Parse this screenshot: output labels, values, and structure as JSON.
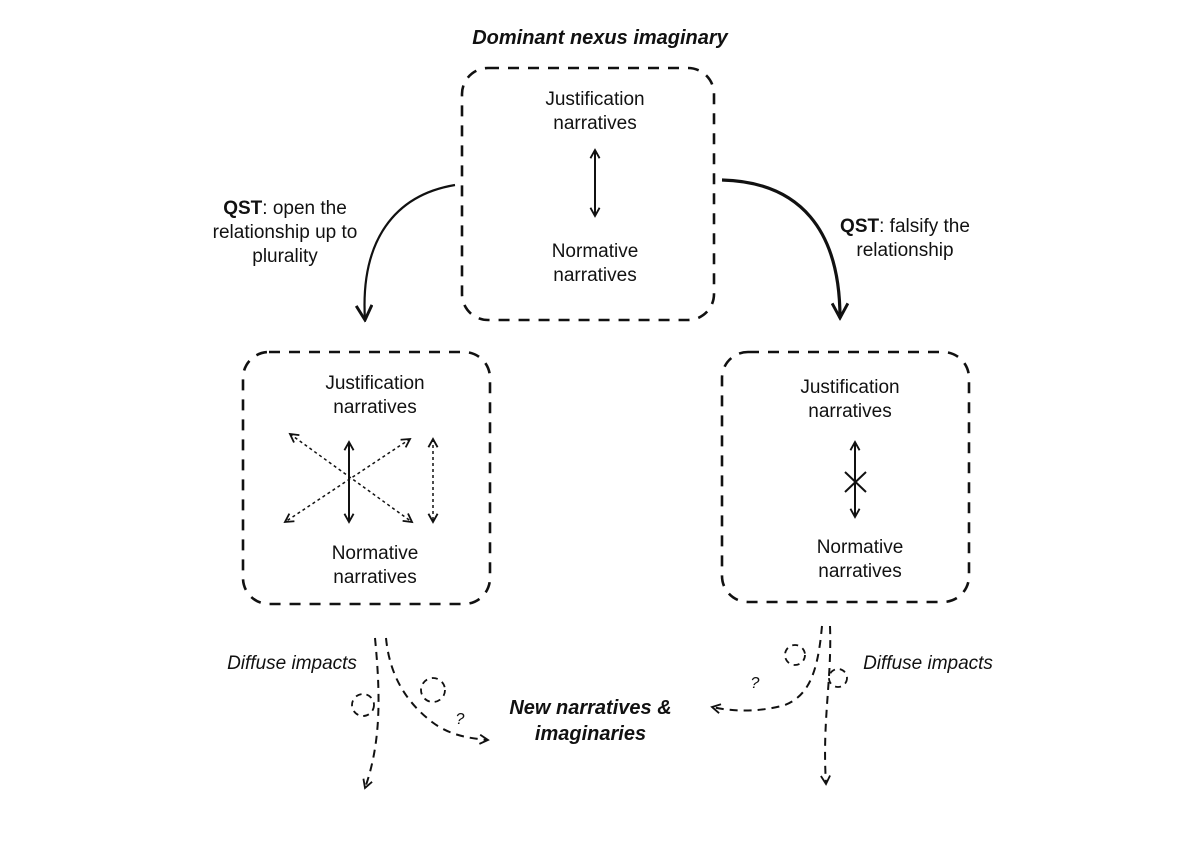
{
  "title": "Dominant nexus imaginary",
  "top_box": {
    "justification": "Justification narratives",
    "normative": "Normative narratives"
  },
  "left_arrow": {
    "bold": "QST",
    "text": ": open the relationship up to plurality"
  },
  "right_arrow": {
    "bold": "QST",
    "text": ": falsify the relationship"
  },
  "left_box": {
    "justification": "Justification narratives",
    "normative": "Normative narratives"
  },
  "right_box": {
    "justification": "Justification narratives",
    "normative": "Normative narratives"
  },
  "diffuse_left": "Diffuse impacts",
  "diffuse_right": "Diffuse impacts",
  "center_label": "New narratives & imaginaries",
  "question_left": "?",
  "question_right": "?",
  "colors": {
    "ink": "#111111",
    "background": "#ffffff"
  }
}
